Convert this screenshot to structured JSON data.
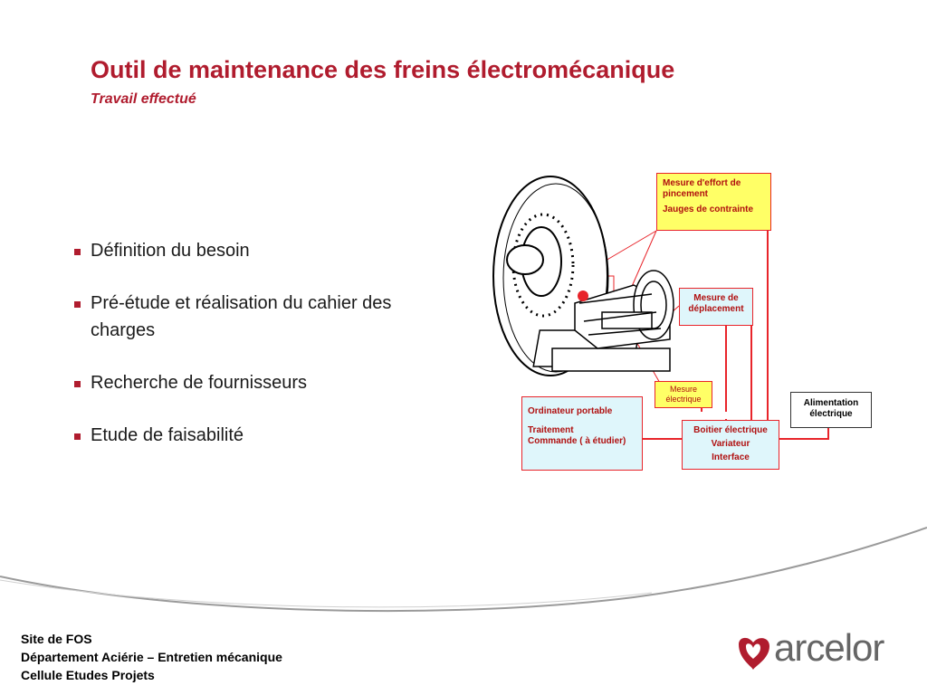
{
  "slide": {
    "title": "Outil de maintenance des freins électromécanique",
    "subtitle": "Travail effectué"
  },
  "bullets": [
    "Définition du besoin",
    "Pré-étude et réalisation du cahier des charges",
    "Recherche de fournisseurs",
    "Etude de faisabilité"
  ],
  "diagram": {
    "effort_box": {
      "line1": "Mesure d'effort de pincement",
      "line2": "Jauges de contrainte"
    },
    "displacement_box": "Mesure de déplacement",
    "electric_measure_box": "Mesure électrique",
    "power_box": "Alimentation électrique",
    "laptop_box": {
      "line1": "Ordinateur portable",
      "line2": "Traitement",
      "line3": "Commande ( à étudier)"
    },
    "control_box": {
      "line1": "Boitier électrique",
      "line2": "Variateur",
      "line3": "Interface"
    }
  },
  "footer": {
    "line1": "Site de FOS",
    "line2": "Département Aciérie – Entretien mécanique",
    "line3": "Cellule Etudes Projets"
  },
  "logo": {
    "text": "arcelor",
    "color": "#b01c2e"
  }
}
